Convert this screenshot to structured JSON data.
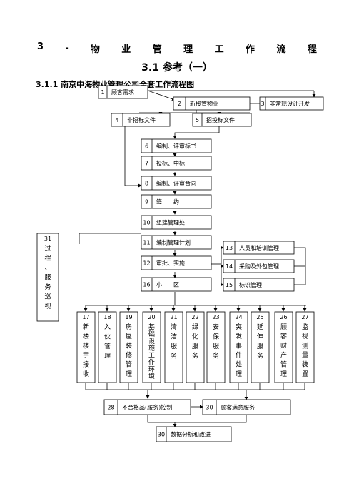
{
  "heading_main": [
    "3",
    ".",
    "物",
    "业",
    "管",
    "理",
    "工",
    "作",
    "流",
    "程"
  ],
  "heading_sub": "3.1 参考（一）",
  "heading_diagram": "3.1.1 南京中海物业管理公司全套工作流程图",
  "top_boxes": [
    {
      "num": "1",
      "label": "顾客需求"
    },
    {
      "num": "2",
      "label": "新接管物业"
    },
    {
      "num": "3",
      "label": "非常规设计开发"
    },
    {
      "num": "4",
      "label": "非招标文件"
    },
    {
      "num": "5",
      "label": "招投标文件"
    }
  ],
  "chain": [
    {
      "num": "6",
      "label": "编制、评审标书"
    },
    {
      "num": "7",
      "label": "投标、中标"
    },
    {
      "num": "8",
      "label": "编制、评审合同"
    },
    {
      "num": "9",
      "label": "签　　约"
    },
    {
      "num": "10",
      "label": "组建管理处"
    },
    {
      "num": "11",
      "label": "编制管理计划"
    },
    {
      "num": "12",
      "label": "审批、实施"
    },
    {
      "num": "16",
      "label": "小　　区"
    }
  ],
  "side_left": {
    "num": "31",
    "label": "过程、服务巡视"
  },
  "side_right": [
    {
      "num": "13",
      "label": "人员和培训管理"
    },
    {
      "num": "14",
      "label": "采购及外包管理"
    },
    {
      "num": "15",
      "label": "标识管理"
    }
  ],
  "services": [
    {
      "num": "17",
      "label": "新楼楼宇接收"
    },
    {
      "num": "18",
      "label": "入伙管理"
    },
    {
      "num": "19",
      "label": "房屋装修管理"
    },
    {
      "num": "20",
      "label": "基础设施工作环境"
    },
    {
      "num": "21",
      "label": "清洁服务"
    },
    {
      "num": "22",
      "label": "绿化服务"
    },
    {
      "num": "23",
      "label": "安保服务"
    },
    {
      "num": "24",
      "label": "突发事件处理"
    },
    {
      "num": "25",
      "label": "延伸服务"
    },
    {
      "num": "26",
      "label": "顾客财产管理"
    },
    {
      "num": "27",
      "label": "监视测量装置"
    }
  ],
  "bottom": [
    {
      "num": "28",
      "label": "不合格品(服务)控制"
    },
    {
      "num": "30",
      "label": "顾客满意服务"
    },
    {
      "num": "30",
      "label": "数据分析和改进"
    }
  ]
}
